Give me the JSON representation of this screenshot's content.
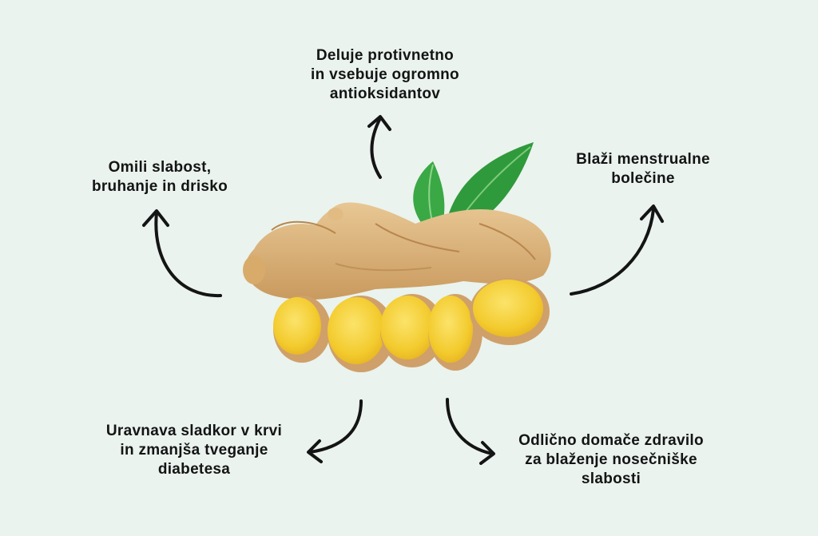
{
  "benefits": {
    "top": {
      "lines": [
        "Deluje protivnetno",
        "in vsebuje ogromno",
        "antioksidantov"
      ]
    },
    "left": {
      "lines": [
        "Omili slabost,",
        "bruhanje in drisko"
      ]
    },
    "right": {
      "lines": [
        "Blaži menstrualne",
        "bolečine"
      ]
    },
    "bottom_left": {
      "lines": [
        "Uravnava sladkor v krvi",
        "in zmanjša tveganje",
        "diabetesa"
      ]
    },
    "bottom_right": {
      "lines": [
        "Odlično domače zdravilo",
        "za blaženje nosečniške",
        "slabosti"
      ]
    }
  },
  "colors": {
    "background": "#eaf3ee",
    "text": "#141414",
    "arrow": "#141414",
    "ginger_skin": "#d9b27c",
    "ginger_flesh": "#f6d23a",
    "leaf": "#2f9a3c"
  },
  "illustration": {
    "subject": "ginger-root-with-slices-and-leaves"
  }
}
